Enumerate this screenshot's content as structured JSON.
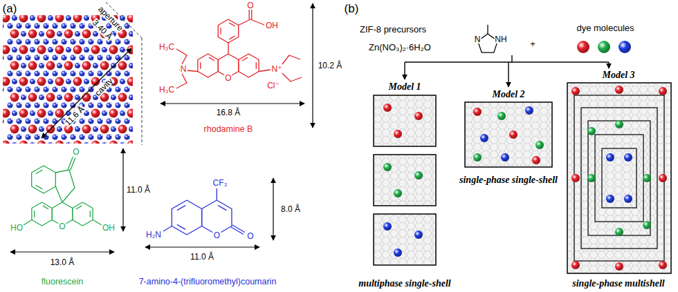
{
  "diagram": {
    "nodes": [
      {
        "text": [
          "Model 1",
          "multiphase single-shell"
        ]
      },
      {
        "text": [
          "Model 2",
          "single-phase single-shell"
        ]
      },
      {
        "text": [
          "Model 3",
          "single-phase multishell"
        ]
      }
    ],
    "labels": [
      "(a)",
      "aperture",
      "3.40 Å",
      "11.6 Å",
      "cavity",
      "O",
      "OH",
      "H₃C",
      "N",
      "H₃C",
      "O",
      "N⁺",
      "Cl⁻",
      "16.8 Å",
      "10.2 Å",
      "rhodamine B",
      "O",
      "HO",
      "O",
      "OH",
      "11.0 Å",
      "13.0 Å",
      "fluorescein",
      "CF₃",
      "8.0 Å",
      "H₂N",
      "O",
      "O",
      "11.0 Å",
      "7-amino-4-(trifluoromethyl)coumarin",
      "(b)",
      "ZIF-8 precursors",
      "Zn(NO₃)₂·6H₂O",
      "N",
      "NH",
      "+",
      "dye molecules"
    ]
  }
}
